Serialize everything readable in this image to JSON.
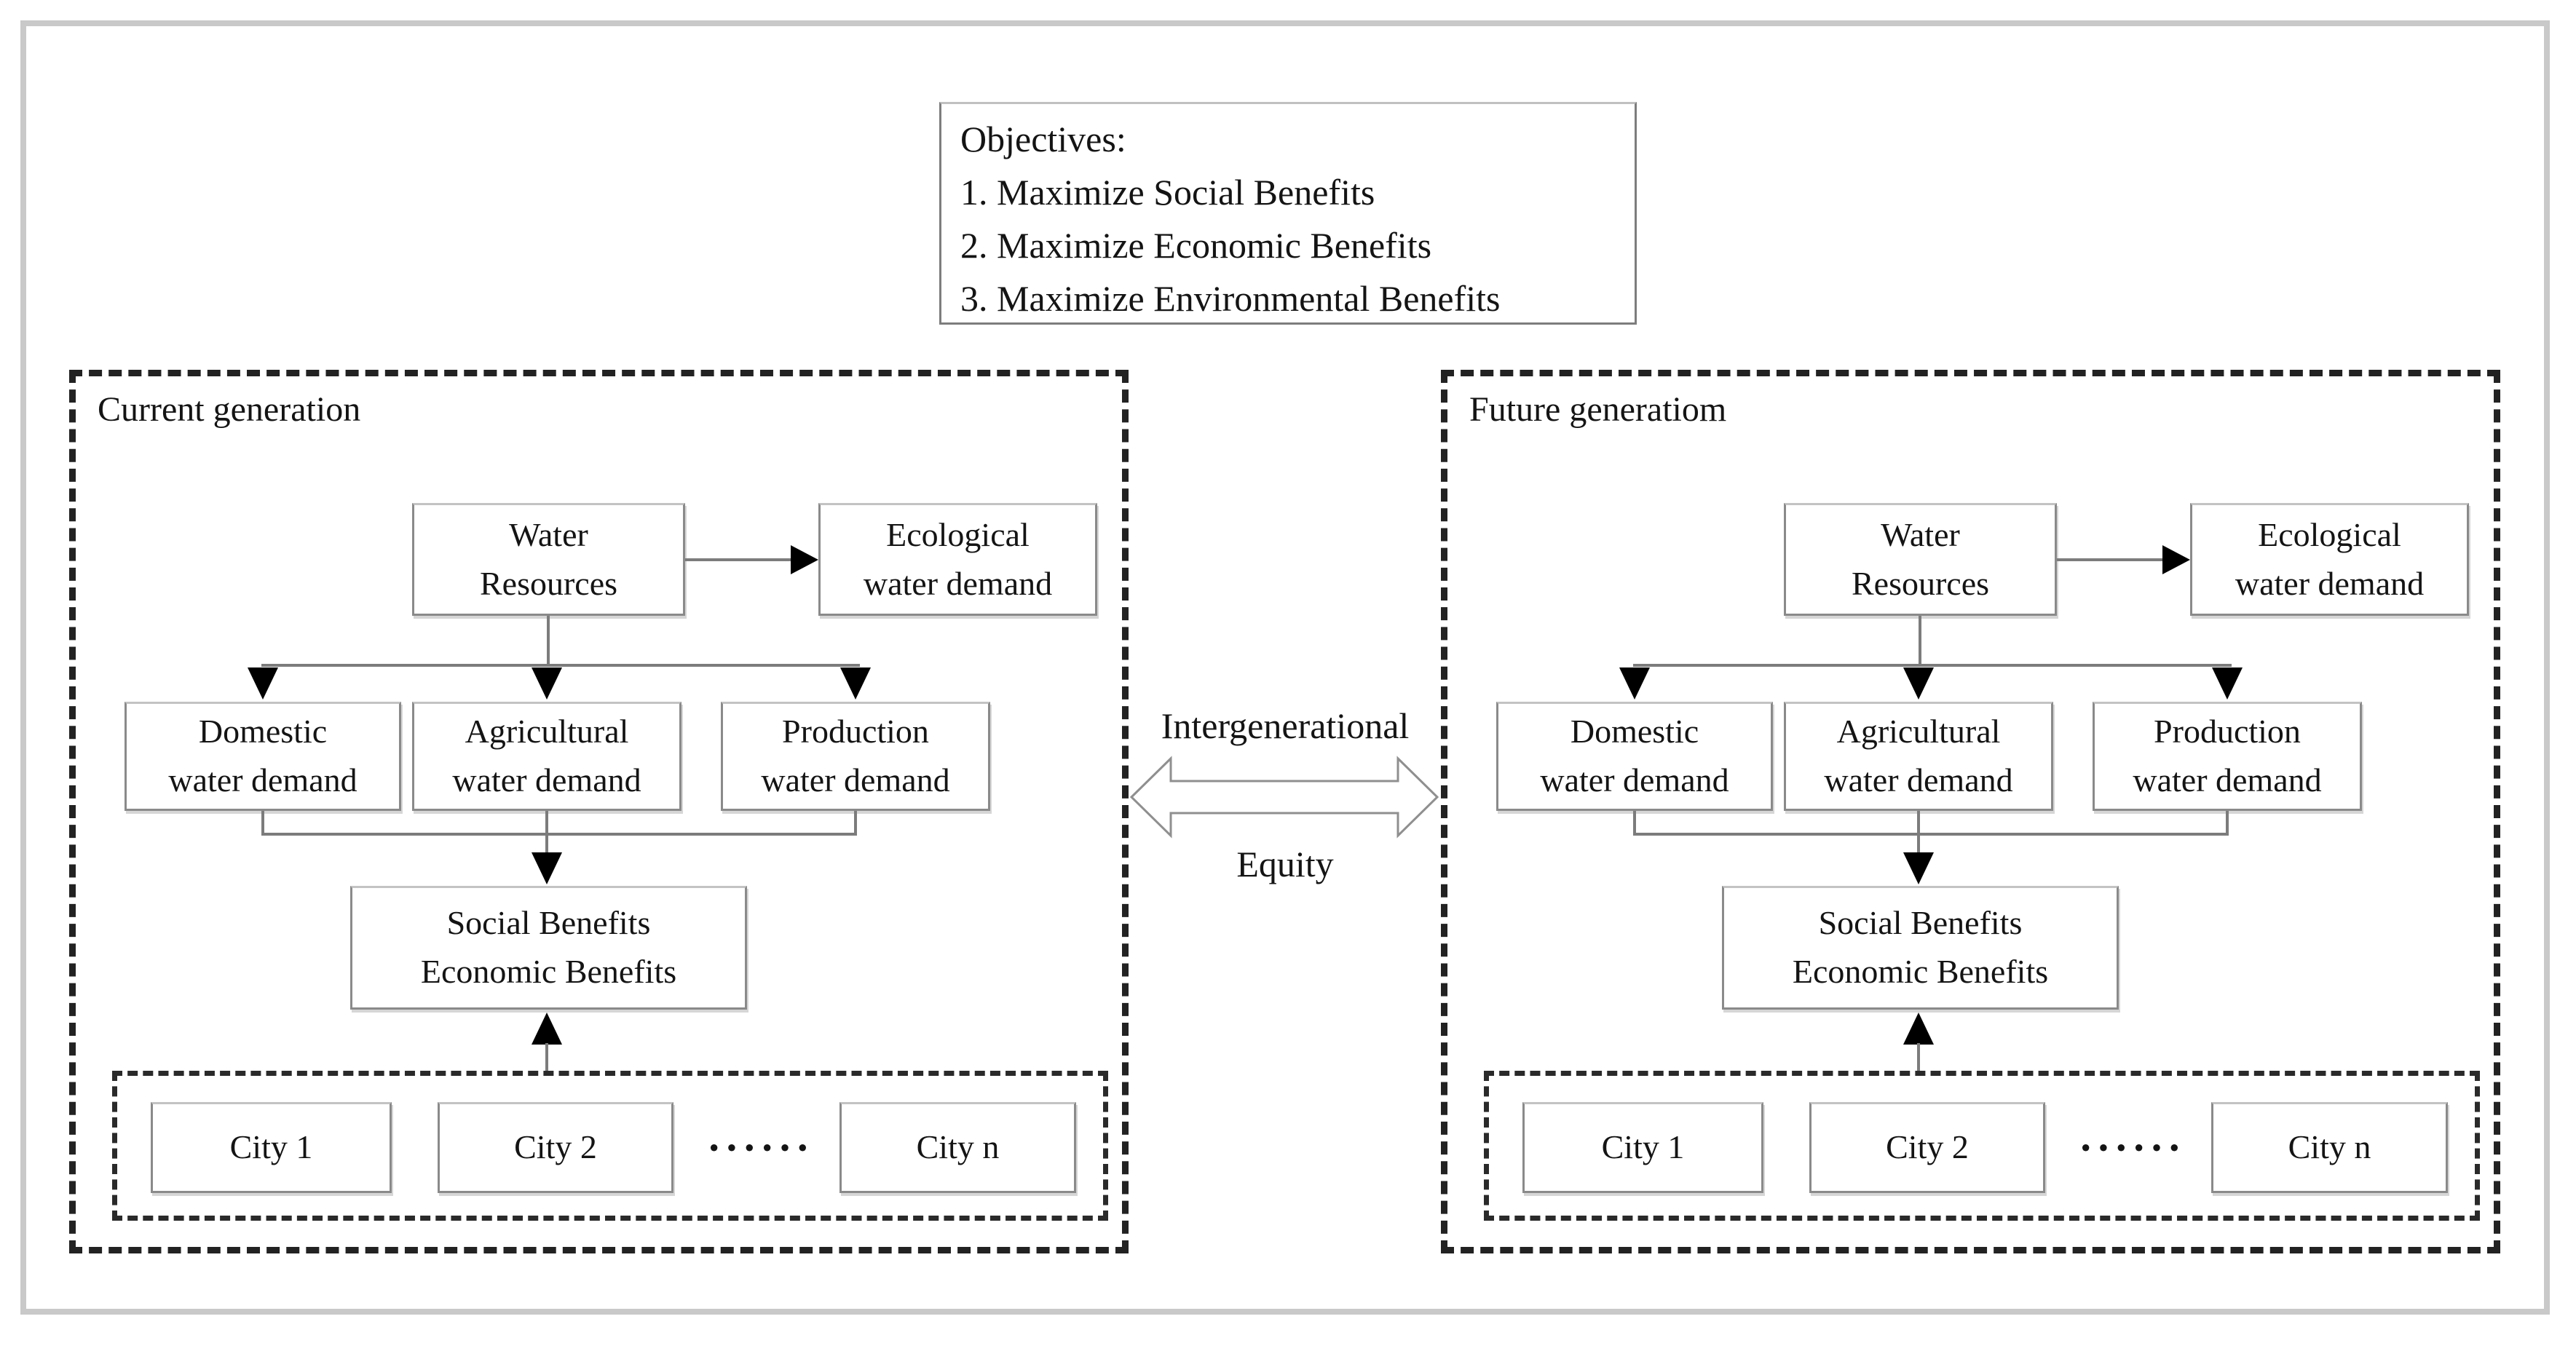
{
  "figure": {
    "objectives": {
      "title": "Objectives:",
      "items": [
        "1. Maximize Social Benefits",
        "2. Maximize Economic Benefits",
        "3. Maximize Environmental Benefits"
      ]
    },
    "equity_link": {
      "top_label": "Intergenerational",
      "bottom_label": "Equity"
    },
    "panels": [
      {
        "title": "Current generation",
        "water_resources": "Water\nResources",
        "ecological": "Ecological\nwater demand",
        "domestic": "Domestic\nwater demand",
        "agricultural": "Agricultural\nwater demand",
        "production": "Production\nwater demand",
        "benefits": "Social Benefits\nEconomic Benefits",
        "cities": [
          "City 1",
          "City 2",
          "City n"
        ],
        "ellipsis": "······"
      },
      {
        "title": "Future generatiom",
        "water_resources": "Water\nResources",
        "ecological": "Ecological\nwater demand",
        "domestic": "Domestic\nwater demand",
        "agricultural": "Agricultural\nwater demand",
        "production": "Production\nwater demand",
        "benefits": "Social Benefits\nEconomic Benefits",
        "cities": [
          "City 1",
          "City 2",
          "City n"
        ],
        "ellipsis": "······"
      }
    ],
    "colors": {
      "connector": "#7c7c7c",
      "arrowhead": "#000000",
      "box_border": "#8a8a8a",
      "dashed_border": "#222222",
      "frame_border": "#c9c9c9"
    }
  }
}
